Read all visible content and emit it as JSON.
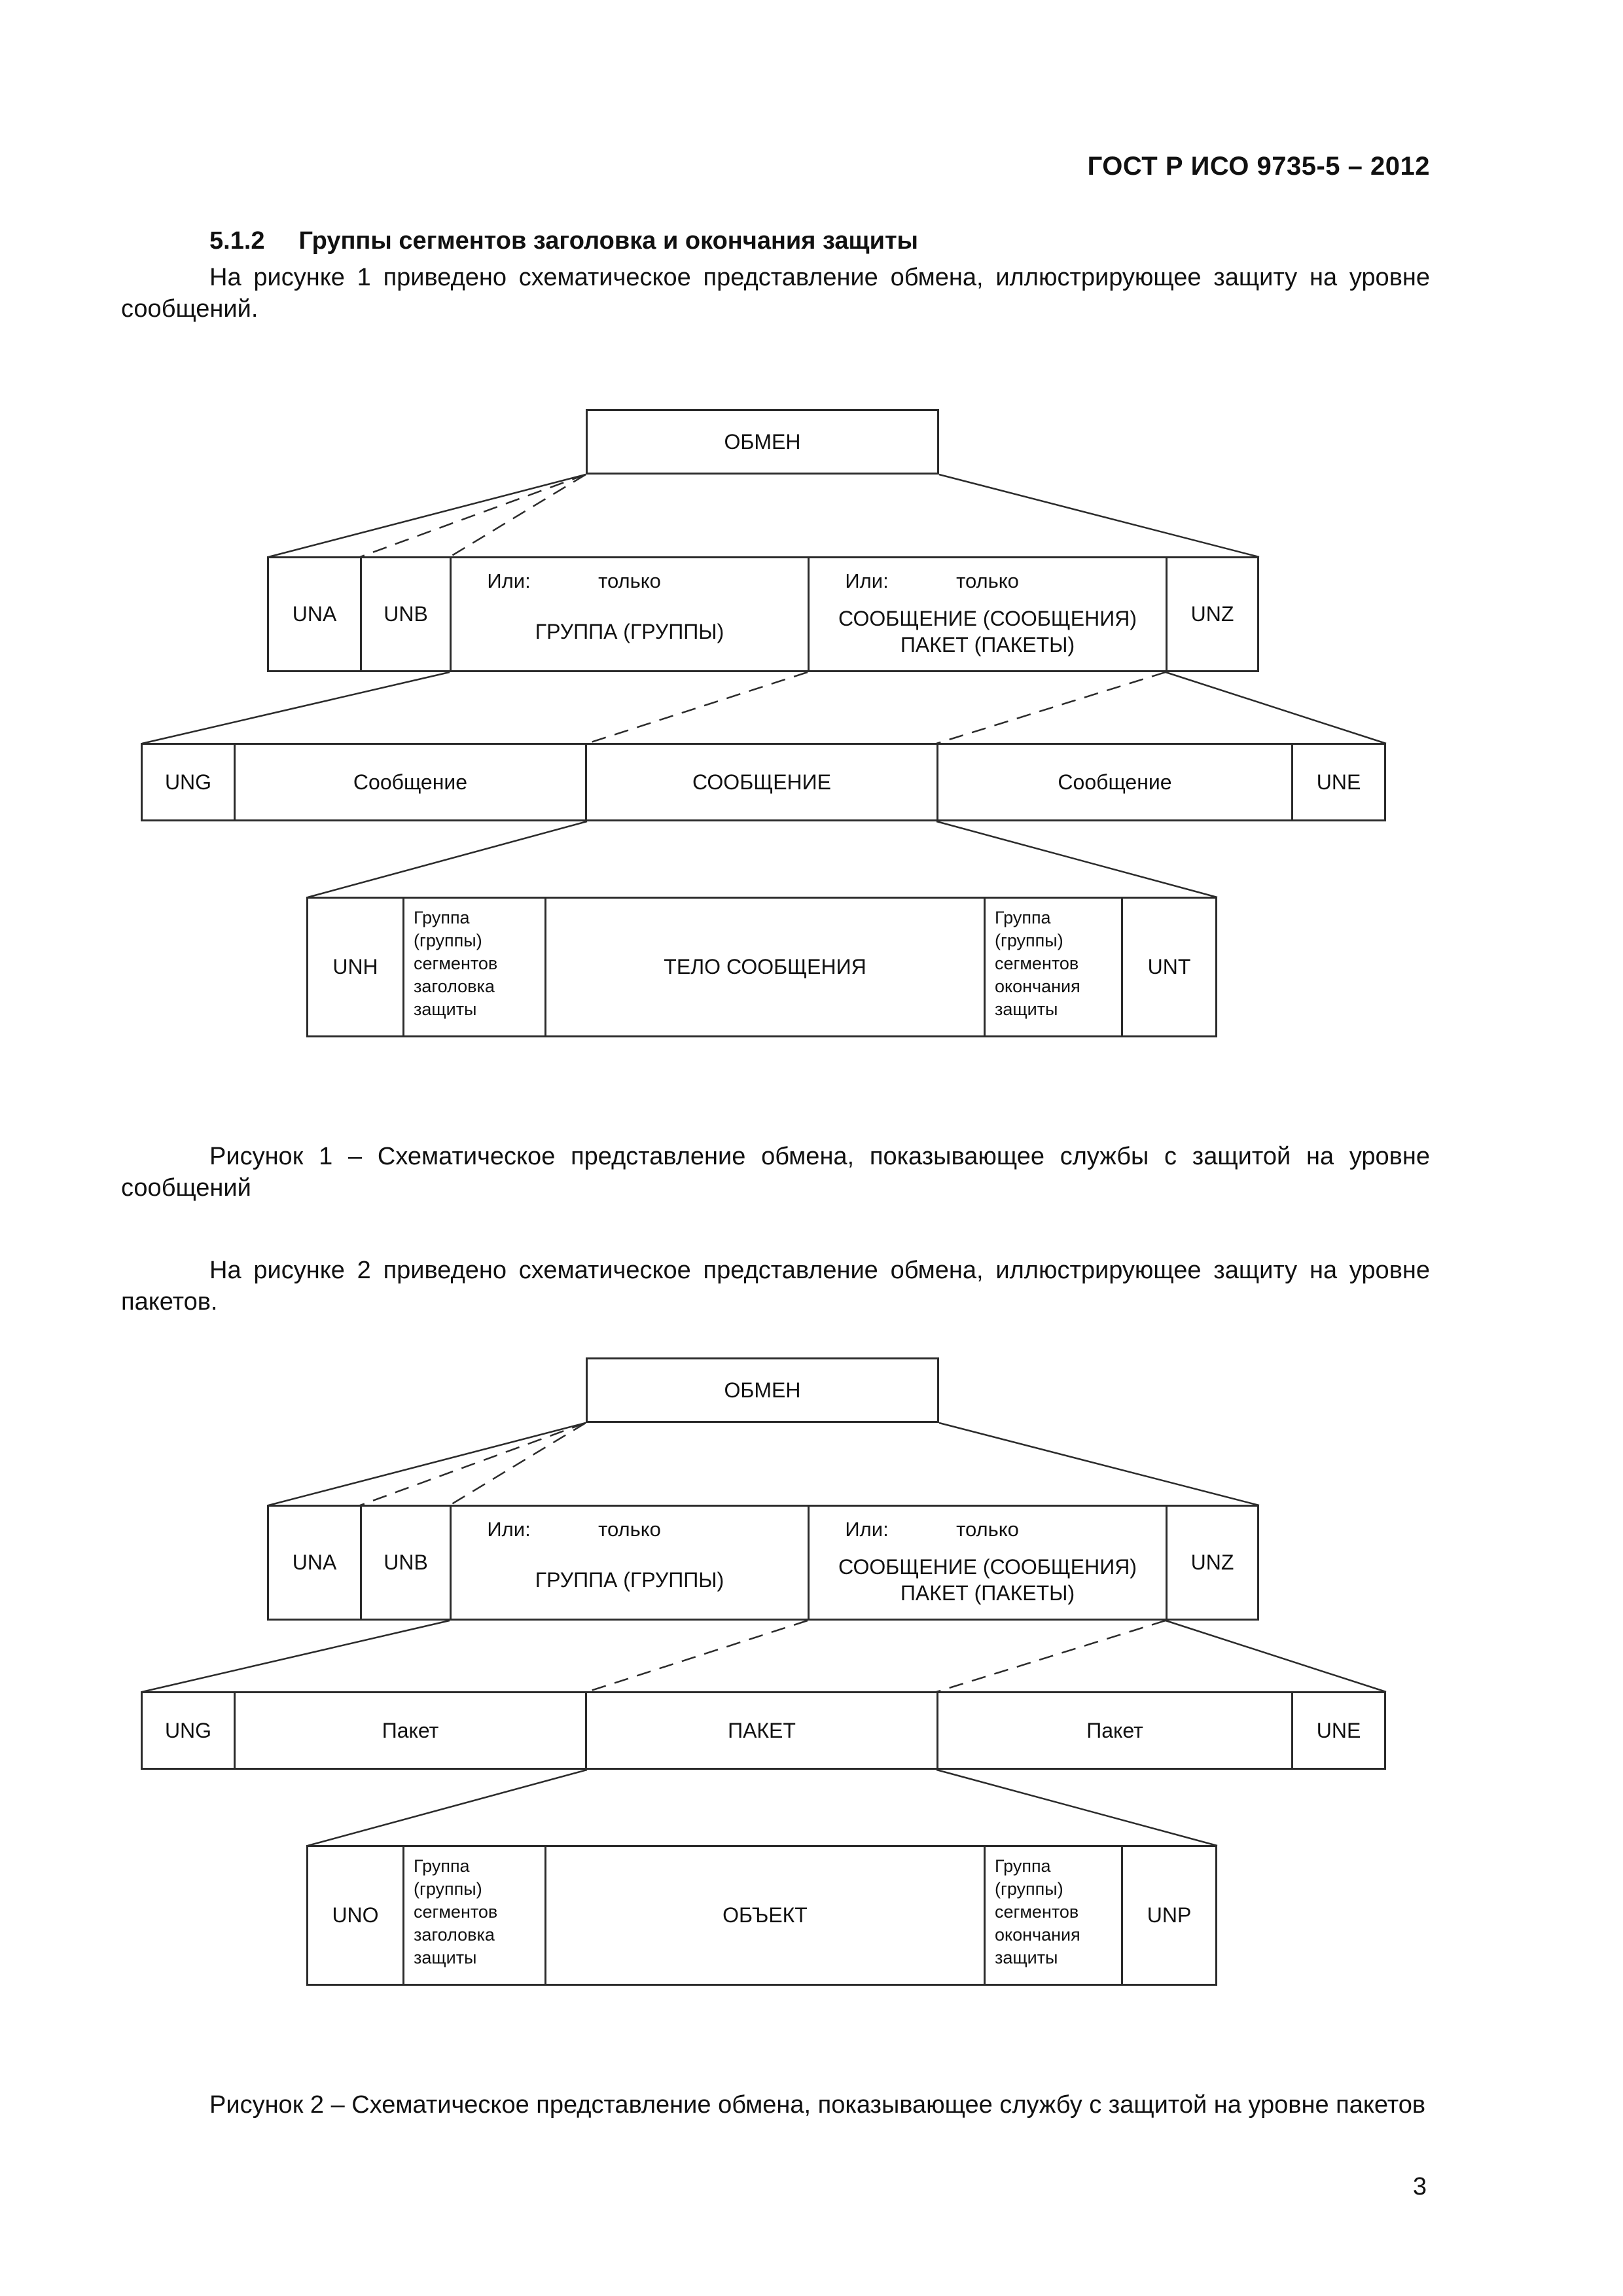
{
  "colors": {
    "ink": "#111111",
    "line": "#2b2b2b",
    "background": "#ffffff"
  },
  "header": {
    "title": "ГОСТ Р ИСО 9735-5 – 2012"
  },
  "section": {
    "number": "5.1.2",
    "title": "Группы сегментов заголовка и окончания защиты"
  },
  "intro1": "На рисунке 1 приведено схематическое представление обмена, иллюстрирующее защиту на уровне сообщений.",
  "intro2": "На рисунке 2 приведено схематическое представление обмена, иллюстрирующее защиту на уровне пакетов.",
  "figure1": {
    "root": "ОБМЕН",
    "una": "UNA",
    "unb": "UNB",
    "or1": "Или:",
    "only1": "только",
    "group_label": "ГРУППА (ГРУППЫ)",
    "or2": "Или:",
    "only2": "только",
    "message_label": "СООБЩЕНИЕ (СООБЩЕНИЯ)\nПАКЕТ (ПАКЕТЫ)",
    "unz": "UNZ",
    "ung": "UNG",
    "msg_left": "Сообщение",
    "msg_center": "СООБЩЕНИЕ",
    "msg_right": "Сообщение",
    "une": "UNE",
    "unh": "UNH",
    "header_group": "Группа\n(группы)\nсегментов\nзаголовка\nзащиты",
    "body": "ТЕЛО СООБЩЕНИЯ",
    "trailer_group": "Группа\n(группы)\nсегментов\nокончания\nзащиты",
    "unt": "UNT",
    "caption": "Рисунок 1 –  Схематическое представление обмена, показывающее службы с защитой на уровне сообщений"
  },
  "figure2": {
    "root": "ОБМЕН",
    "una": "UNA",
    "unb": "UNB",
    "or1": "Или:",
    "only1": "только",
    "group_label": "ГРУППА (ГРУППЫ)",
    "or2": "Или:",
    "only2": "только",
    "message_label": "СООБЩЕНИЕ (СООБЩЕНИЯ)\nПАКЕТ (ПАКЕТЫ)",
    "unz": "UNZ",
    "ung": "UNG",
    "pkt_left": "Пакет",
    "pkt_center": "ПАКЕТ",
    "pkt_right": "Пакет",
    "une": "UNE",
    "uno": "UNO",
    "header_group": "Группа\n(группы)\nсегментов\nзаголовка\nзащиты",
    "object": "ОБЪЕКТ",
    "trailer_group": "Группа\n(группы)\nсегментов\nокончания\nзащиты",
    "unp": "UNP",
    "caption": "Рисунок 2 – Схематическое представление обмена, показывающее службу с защитой на уровне пакетов"
  },
  "page_number": "3"
}
